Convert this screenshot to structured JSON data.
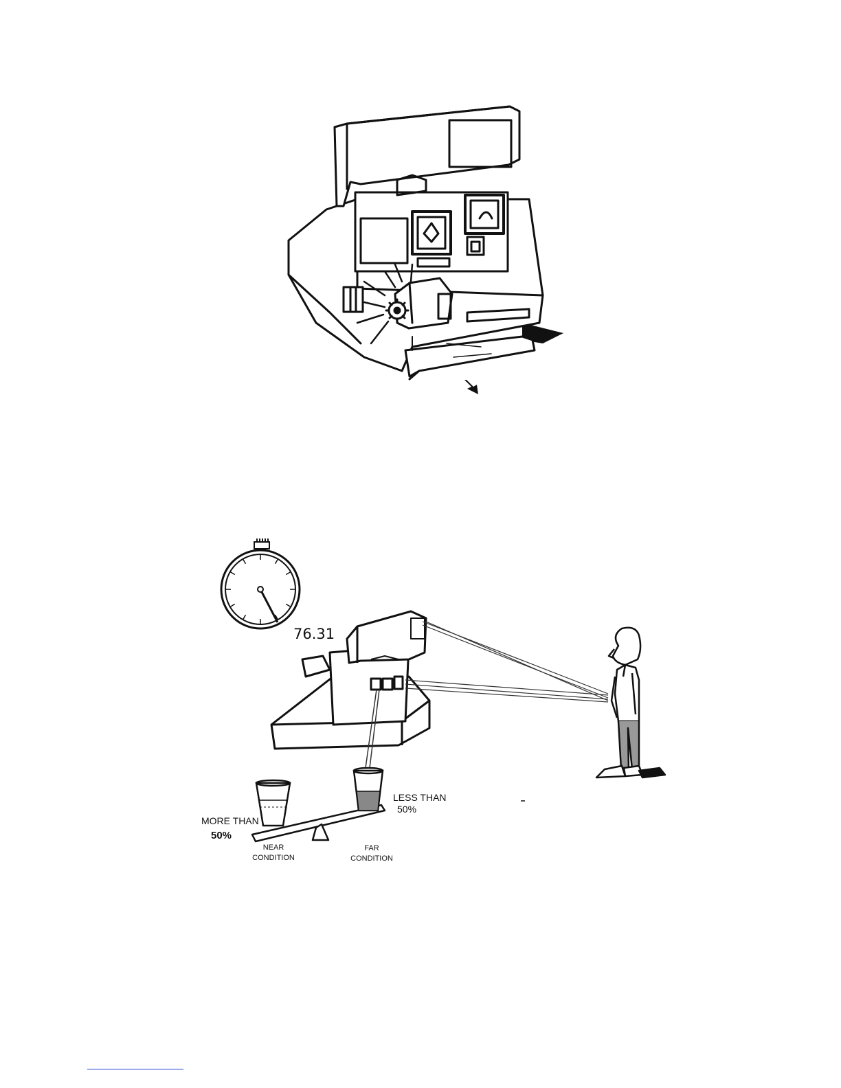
{
  "figure_top": {
    "subject": "instant-camera",
    "icons": [
      "camera-icon",
      "gear-icon",
      "arrow-down-icon"
    ]
  },
  "figure_bottom": {
    "timer_reading": "76.31",
    "near_label": "MORE THAN",
    "near_value": "50%",
    "far_label": "LESS THAN",
    "far_value": "50%",
    "near_condition_line1": "NEAR",
    "near_condition_line2": "CONDITION",
    "far_condition_line1": "FAR",
    "far_condition_line2": "CONDITION",
    "icons": [
      "stopwatch-icon",
      "camera-icon",
      "person-icon",
      "cup-icon",
      "balance-scale-icon"
    ]
  },
  "colors": {
    "ink": "#111111",
    "footer_rule": "#1a3fd0"
  }
}
